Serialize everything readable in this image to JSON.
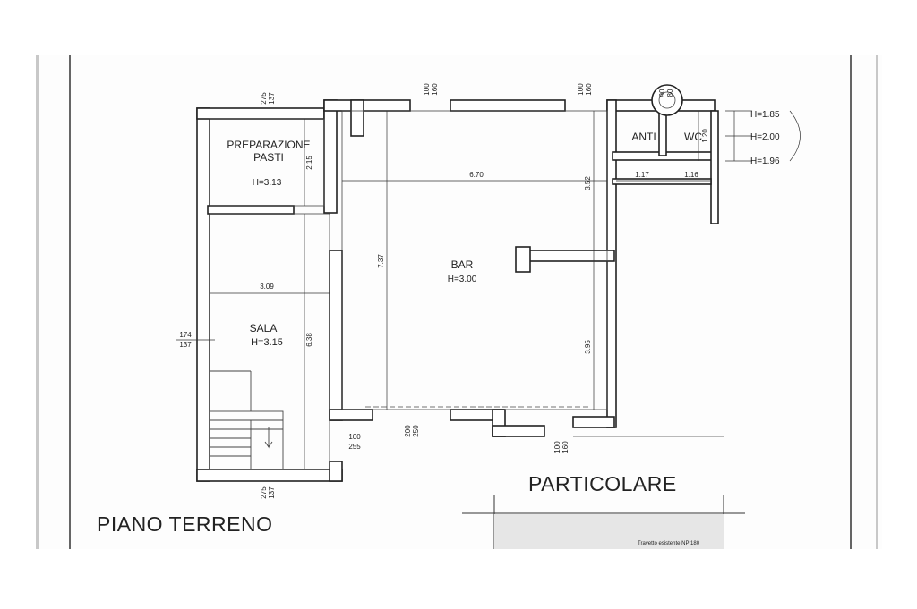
{
  "rooms": {
    "prep_name_1": "PREPARAZIONE",
    "prep_name_2": "PASTI",
    "prep_height": "H=3.13",
    "bar_name": "BAR",
    "bar_height": "H=3.00",
    "sala_name": "SALA",
    "sala_height": "H=3.15",
    "anti_name": "ANTI",
    "wc_name": "WC"
  },
  "heights_right": [
    "H=1.85",
    "H=2.00",
    "H=1.96"
  ],
  "dimensions": {
    "d_670": "6.70",
    "d_737": "7.37",
    "d_352": "3.52",
    "d_395": "3.95",
    "d_309": "3.09",
    "d_638": "6.38",
    "d_215": "2.15",
    "d_117": "1.17",
    "d_116": "1.16",
    "d_120": "1.20"
  },
  "openings": {
    "top_left_a": "275",
    "top_left_b": "137",
    "top_mid_a": "100",
    "top_mid_b": "160",
    "top_right_a": "100",
    "top_right_b": "160",
    "circle_a": "90",
    "circle_b": "80",
    "left_a": "174",
    "left_b": "137",
    "bottom_door_a": "100",
    "bottom_door_b": "255",
    "bottom_mid_a": "200",
    "bottom_mid_b": "250",
    "bottom_right_a": "100",
    "bottom_right_b": "160",
    "bottom_left_a": "275",
    "bottom_left_b": "137"
  },
  "labels": {
    "floor_title": "PIANO TERRENO",
    "detail_title": "PARTICOLARE",
    "detail_note": "Travetto esistente NP 180"
  }
}
